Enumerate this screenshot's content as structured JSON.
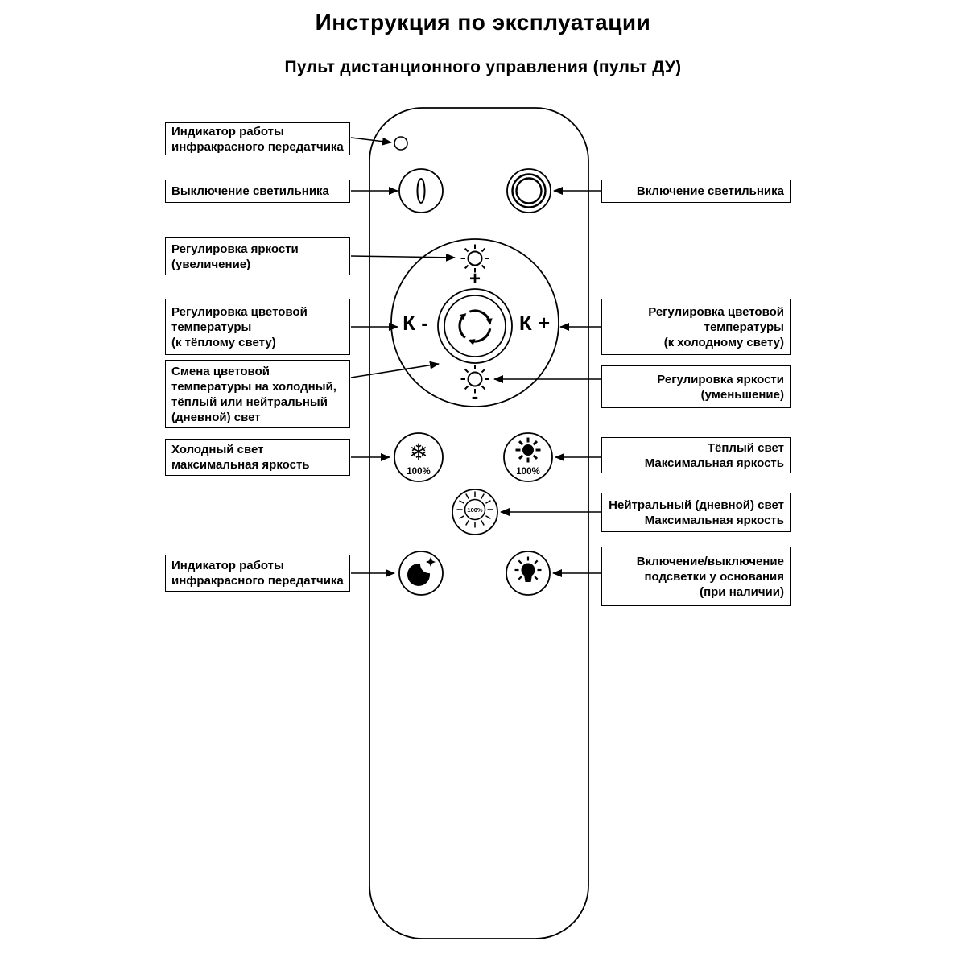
{
  "page": {
    "title": "Инструкция по эксплуатации",
    "subtitle": "Пульт дистанционного управления (пульт ДУ)"
  },
  "left_labels": [
    {
      "text": "Индикатор работы\nинфракрасного передатчика"
    },
    {
      "text": "Выключение светильника"
    },
    {
      "text": "Регулировка яркости\n(увеличение)"
    },
    {
      "text": "Регулировка цветовой\nтемпературы\n(к тёплому свету)"
    },
    {
      "text": "Смена цветовой\nтемпературы на холодный,\nтёплый или нейтральный\n(дневной) свет"
    },
    {
      "text": "Холодный свет\nмаксимальная яркость"
    },
    {
      "text": "Индикатор работы\nинфракрасного передатчика"
    }
  ],
  "right_labels": [
    {
      "text": "Включение светильника"
    },
    {
      "text": "Регулировка цветовой\nтемпературы\n(к холодному свету)"
    },
    {
      "text": "Регулировка яркости\n(уменьшение)"
    },
    {
      "text": "Тёплый свет\nМаксимальная яркость"
    },
    {
      "text": "Нейтральный (дневной) свет\nМаксимальная яркость"
    },
    {
      "text": "Включение/выключение\nподсветки у основания\n(при наличии)"
    }
  ],
  "remote": {
    "k_minus_label": "К -",
    "k_plus_label": "К +",
    "brightness_plus_label": "+",
    "brightness_minus_label": "-",
    "cold_percent": "100%",
    "warm_percent": "100%",
    "neutral_percent": "100%"
  },
  "icons": {
    "snowflake": "❄"
  },
  "colors": {
    "ink": "#000000",
    "background": "#ffffff"
  }
}
